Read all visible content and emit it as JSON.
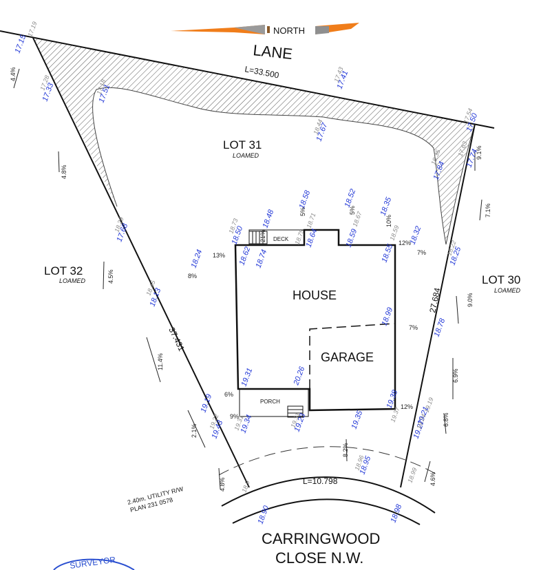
{
  "north": {
    "label": "NORTH"
  },
  "streets": {
    "lane": "LANE",
    "close_line1": "CARRINGWOOD",
    "close_line2": "CLOSE N.W."
  },
  "lots": {
    "lot31": {
      "name": "LOT 31",
      "sub": "LOAMED"
    },
    "lot32": {
      "name": "LOT 32",
      "sub": "LOAMED"
    },
    "lot30": {
      "name": "LOT 30",
      "sub": "LOAMED"
    }
  },
  "buildings": {
    "house": "HOUSE",
    "garage": "GARAGE",
    "deck": "DECK",
    "porch": "PORCH"
  },
  "dimensions": {
    "top": "L=33.500",
    "left": "37.431",
    "right": "27.684",
    "bottom": "L=10.798"
  },
  "utility": {
    "line1": "2.40m. UTILITY R/W",
    "line2": "PLAN 231 0578"
  },
  "stamp": {
    "text": "SURVEYOR"
  },
  "elevations_blue": [
    "17.15",
    "17.33",
    "17.51",
    "17.41",
    "17.67",
    "17.50",
    "17.74",
    "17.84",
    "17.68",
    "18.13",
    "18.24",
    "18.50",
    "18.48",
    "18.58",
    "18.52",
    "18.35",
    "18.32",
    "18.62",
    "18.74",
    "18.64",
    "18.59",
    "18.55",
    "18.25",
    "18.99",
    "18.78",
    "19.31",
    "20.26",
    "19.19",
    "19.43",
    "19.34",
    "19.23",
    "19.35",
    "19.38",
    "19.21",
    "19.27",
    "18.95",
    "18.90",
    "18.98"
  ],
  "elevations_grey": [
    "17.19",
    "17.28",
    "17.18",
    "17.43",
    "18.44",
    "17.54",
    "17.63",
    "18.35",
    "18.29",
    "18.45",
    "18.73",
    "18.71",
    "18.75",
    "18.67",
    "18.59",
    "18.22",
    "19.22",
    "19.31",
    "19.31",
    "19.37",
    "19.19",
    "19.24",
    "18.96",
    "18.9",
    "18.99"
  ],
  "slopes": [
    "4.4%",
    "4.8%",
    "4.5%",
    "11.4%",
    "2.1%",
    "4.8%",
    "8%",
    "13%",
    "6%",
    "9%",
    "21%",
    "5%",
    "5%",
    "10%",
    "12%",
    "7%",
    "7%",
    "12%",
    "8.2%",
    "9.1%",
    "7.1%",
    "9.0%",
    "6.9%",
    "6.8%",
    "4.6%"
  ]
}
